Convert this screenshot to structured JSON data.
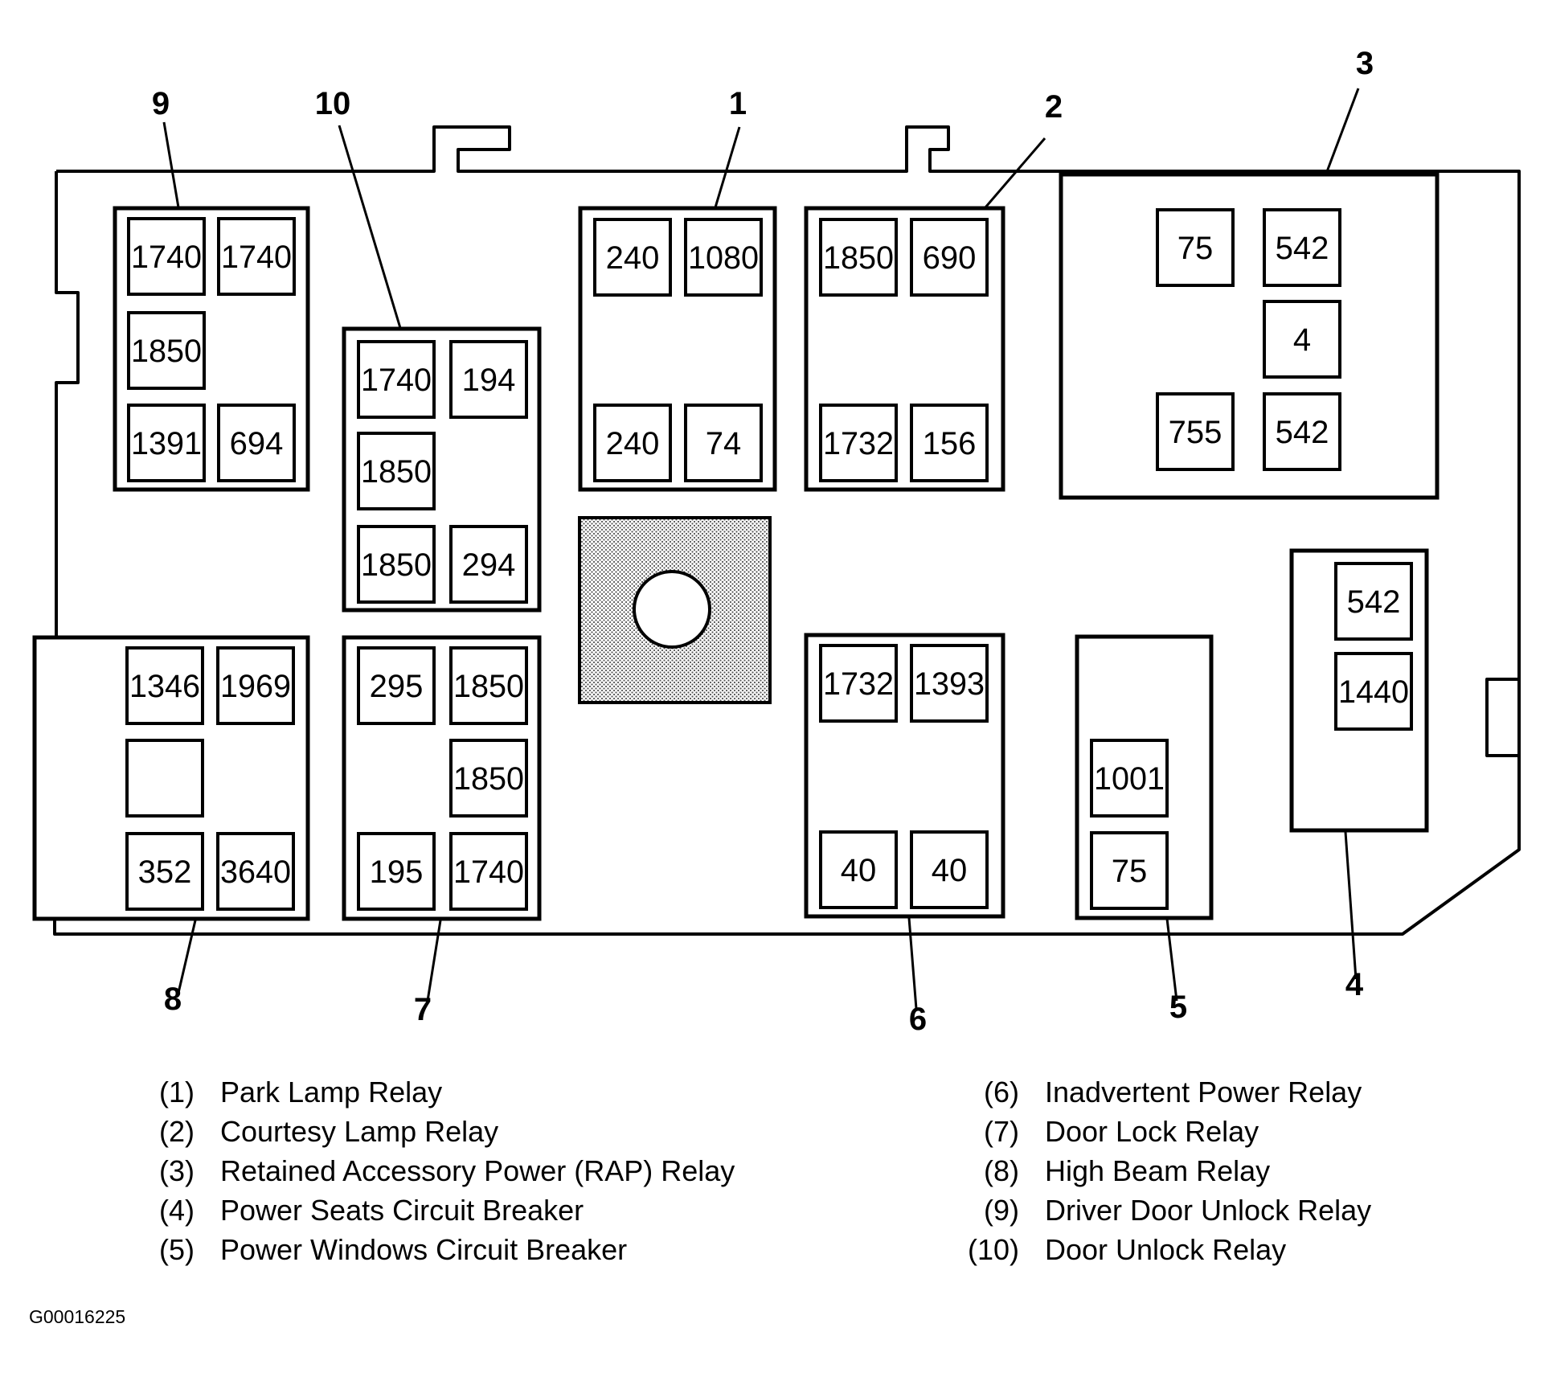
{
  "blocks": [
    {
      "callout": "9",
      "pins": [
        "1740",
        "1740",
        "1850",
        "",
        "1391",
        "694"
      ]
    },
    {
      "callout": "10",
      "pins": [
        "1740",
        "194",
        "1850",
        "",
        "1850",
        "294"
      ]
    },
    {
      "callout": "1",
      "pins": [
        "240",
        "1080",
        "240",
        "74"
      ]
    },
    {
      "callout": "2",
      "pins": [
        "1850",
        "690",
        "1732",
        "156"
      ]
    },
    {
      "callout": "3",
      "pins": [
        "75",
        "542",
        "4",
        "755",
        "542"
      ]
    },
    {
      "callout": "4",
      "pins": [
        "542",
        "1440"
      ]
    },
    {
      "callout": "8",
      "pins": [
        "1346",
        "1969",
        "",
        "352",
        "3640"
      ]
    },
    {
      "callout": "7",
      "pins": [
        "295",
        "1850",
        "1850",
        "195",
        "1740"
      ]
    },
    {
      "callout": "6",
      "pins": [
        "1732",
        "1393",
        "40",
        "40"
      ]
    },
    {
      "callout": "5",
      "pins": [
        "1001",
        "75"
      ]
    }
  ],
  "legend": {
    "left": [
      {
        "num": "(1)",
        "text": "Park Lamp Relay"
      },
      {
        "num": "(2)",
        "text": "Courtesy Lamp Relay"
      },
      {
        "num": "(3)",
        "text": "Retained Accessory Power (RAP) Relay"
      },
      {
        "num": "(4)",
        "text": "Power Seats Circuit Breaker"
      },
      {
        "num": "(5)",
        "text": "Power Windows Circuit Breaker"
      }
    ],
    "right": [
      {
        "num": "(6)",
        "text": "Inadvertent Power Relay"
      },
      {
        "num": "(7)",
        "text": "Door Lock Relay"
      },
      {
        "num": "(8)",
        "text": "High Beam Relay"
      },
      {
        "num": "(9)",
        "text": "Driver Door Unlock Relay"
      },
      {
        "num": "(10)",
        "text": "Door Unlock Relay"
      }
    ]
  },
  "image_code": "G00016225"
}
